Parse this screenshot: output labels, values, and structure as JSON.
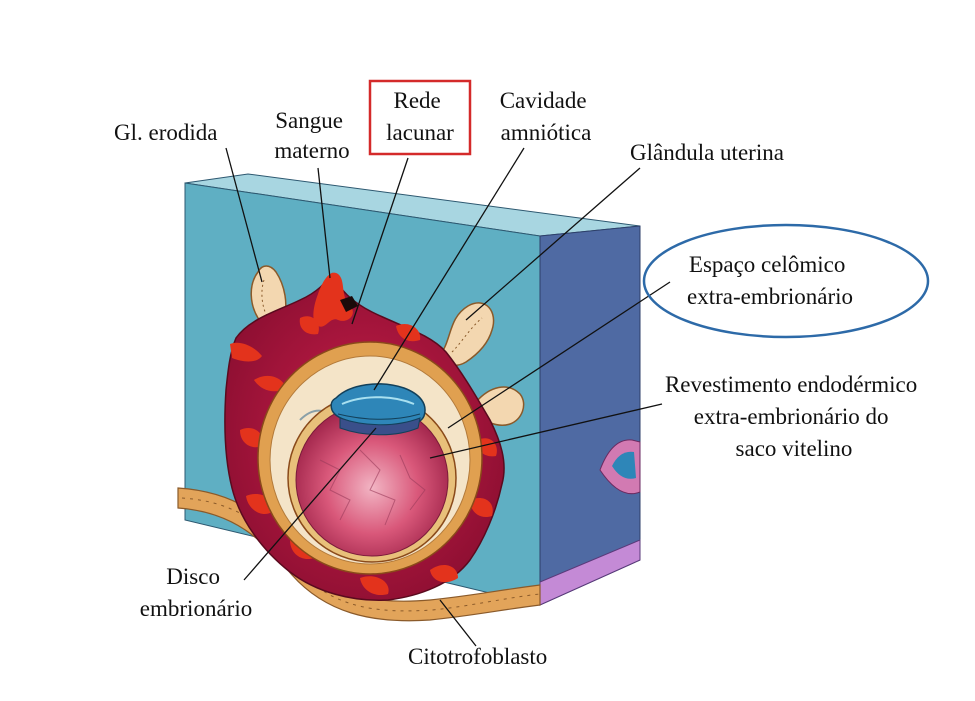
{
  "labels": {
    "gl_erodida": "Gl. erodida",
    "sangue_materno": [
      "Sangue",
      "materno"
    ],
    "rede_lacunar": [
      "Rede",
      "lacunar"
    ],
    "cavidade_amniotica": [
      "Cavidade",
      "amniótica"
    ],
    "glandula_uterina": "Glândula uterina",
    "espaco_celomico": [
      "Espaço celômico",
      "extra-embrionário"
    ],
    "revestimento": [
      "Revestimento endodérmico",
      "extra-embrionário do",
      "saco vitelino"
    ],
    "disco_embrionario": [
      "Disco",
      "embrionário"
    ],
    "citotrofoblasto": "Citotrofoblasto"
  },
  "highlights": {
    "box_color": "#d42a2a",
    "ellipse_color": "#2d6aa8"
  },
  "colors": {
    "block_front": "#5fafc3",
    "block_side": "#4f6aa3",
    "block_top": "#9fd2de",
    "trophoblast": "#b3123a",
    "lacunae": "#e3331c",
    "yolk_sac": "#d9587a",
    "amnion": "#2e86b8"
  }
}
